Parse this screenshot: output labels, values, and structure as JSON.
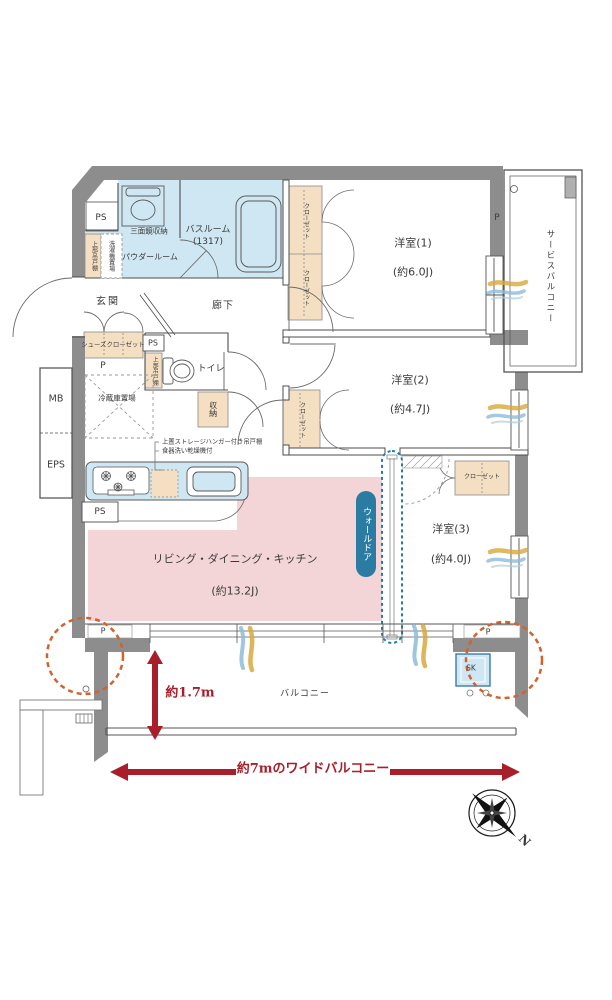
{
  "colors": {
    "wall": "#8d8d8d",
    "wet_area": "#cfe7f2",
    "closet_beige": "#f4dfc3",
    "ldk_pink": "#f3d5d7",
    "accent_red": "#a81f2b",
    "accent_teal": "#1f7f9e",
    "accent_orange": "#d2622e",
    "flame_gold": "#d9a83c",
    "flame_blue": "#8fbcd8"
  },
  "rooms": {
    "ldk": {
      "name": "リビング・ダイニング・キッチン",
      "size": "(約13.2J)"
    },
    "bedroom1": {
      "name": "洋室(1)",
      "size": "(約6.0J)"
    },
    "bedroom2": {
      "name": "洋室(2)",
      "size": "(約4.7J)"
    },
    "bedroom3": {
      "name": "洋室(3)",
      "size": "(約4.0J)"
    },
    "bathroom": {
      "name": "バスルーム",
      "size": "(1317)"
    },
    "powder_room": "パウダールーム",
    "entrance": "玄関",
    "corridor": "廊下",
    "toilet": "トイレ",
    "balcony": "バルコニー",
    "service_balcony": "サービスバルコニー"
  },
  "fixtures": {
    "mirror_cabinet": "三面鏡収納",
    "washer_space": "洗濯機置場",
    "upper_cabinet": "上部吊戸棚",
    "shoes_closet": "シューズクローゼット",
    "storage": "収納",
    "fridge_space": "冷蔵庫置場",
    "closet": "クローゼット",
    "wall_door": "ウォールドア",
    "slop_sink": "SK",
    "kitchen_note_line1": "上置ストレージハンガー付き吊戸棚",
    "kitchen_note_line2": "食器洗い乾燥機付"
  },
  "shafts": {
    "ps": "PS",
    "mb": "MB",
    "eps": "EPS",
    "pipe": "P"
  },
  "dimensions": {
    "balcony_depth": "約1.7m",
    "balcony_width": "約7mのワイドバルコニー"
  },
  "compass": {
    "north": "N"
  }
}
